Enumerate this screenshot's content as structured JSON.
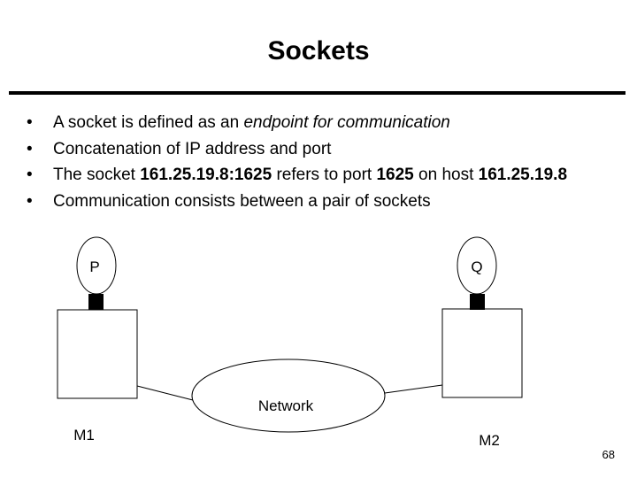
{
  "title": "Sockets",
  "bullets": [
    {
      "segments": [
        {
          "text": "A socket is defined as an ",
          "style": "normal"
        },
        {
          "text": "endpoint for communication",
          "style": "italic"
        }
      ]
    },
    {
      "segments": [
        {
          "text": "Concatenation of IP address and port",
          "style": "normal"
        }
      ]
    },
    {
      "segments": [
        {
          "text": "The socket ",
          "style": "normal"
        },
        {
          "text": "161.25.19.8:1625",
          "style": "bold"
        },
        {
          "text": " refers to port ",
          "style": "normal"
        },
        {
          "text": "1625",
          "style": "bold"
        },
        {
          "text": " on host ",
          "style": "normal"
        },
        {
          "text": "161.25.19.8",
          "style": "bold"
        }
      ]
    },
    {
      "segments": [
        {
          "text": "Communication consists between a pair of sockets",
          "style": "normal"
        }
      ]
    }
  ],
  "bullet_glyph": "•",
  "diagram": {
    "process_p": "P",
    "process_q": "Q",
    "machine_1": "M1",
    "machine_2": "M2",
    "network": "Network"
  },
  "slide_number": "68"
}
